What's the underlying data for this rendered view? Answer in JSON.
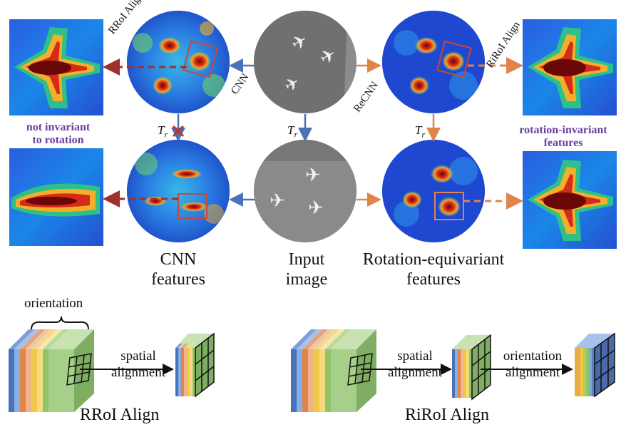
{
  "labels": {
    "cnn_features": [
      "CNN",
      "features"
    ],
    "input_image": [
      "Input",
      "image"
    ],
    "rotation_equivariant": [
      "Rotation-equivariant",
      "features"
    ],
    "not_invariant": [
      "not invariant",
      "to rotation"
    ],
    "rotation_invariant": [
      "rotation-invariant",
      "features"
    ],
    "arrow_cnn": "CNN",
    "arrow_recnn": "ReCNN",
    "arrow_rroi": "RRoI Align",
    "arrow_riroi": "RiRoI Align",
    "transform": "T",
    "transform_sub": "r"
  },
  "bottom": {
    "orientation_label": "orientation",
    "spatial_alignment_left": [
      "spatial",
      "alignment"
    ],
    "spatial_alignment_right": [
      "spatial",
      "alignment"
    ],
    "orientation_alignment": [
      "orientation",
      "alignment"
    ],
    "caption_left": "RRoI Align",
    "caption_right": "RiRoI Align"
  },
  "colors": {
    "blue_arrow": "#4a72b8",
    "orange_arrow": "#e0844a",
    "red_dashed": "#a0302a",
    "purple_text": "#6b3fa0",
    "box_red": "#c8473a"
  }
}
